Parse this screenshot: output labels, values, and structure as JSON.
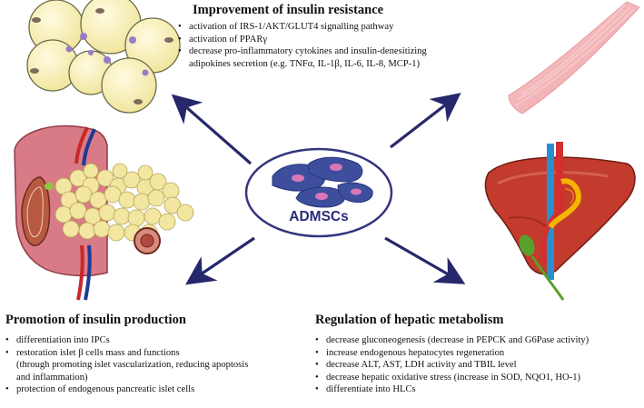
{
  "center": {
    "label": "ADMSCs"
  },
  "insulin_resistance": {
    "title": "Improvement of insulin resistance",
    "items": [
      "activation of IRS-1/AKT/GLUT4 signalling pathway",
      "activation of PPARγ",
      "decrease pro-inflammatory cytokines and insulin-denesitizing",
      "adipokines secretion (e.g. TNFα, IL-1β, IL-6, IL-8, MCP-1)"
    ]
  },
  "insulin_production": {
    "title": "Promotion of insulin production",
    "items": [
      "differentiation into IPCs",
      "restoration islet β cells mass and functions",
      "(through promoting islet vascularization, reducing apoptosis",
      "and inflammation)",
      "protection of endogenous pancreatic islet cells"
    ]
  },
  "hepatic_metabolism": {
    "title": "Regulation of hepatic metabolism",
    "items": [
      "decrease gluconeogenesis (decrease in PEPCK and G6Pase activity)",
      "increase endogenous hepatocytes regeneration",
      "decrease ALT, AST, LDH activity and TBIL level",
      "decrease hepatic oxidative stress (increase in SOD, NQO1, HO-1)",
      "differentiate into HLCs"
    ]
  },
  "colors": {
    "arrow": "#26286b",
    "ellipse_border": "#34357d",
    "cell": "#3d4f9c",
    "nucleus": "#d978b8",
    "adipocyte": "#f6efb8",
    "muscle": "#f4b3b6",
    "liver": "#c23b2c",
    "pancreas": "#f2e6a0"
  },
  "icons": [
    "adipocytes-icon",
    "muscle-icon",
    "pancreas-icon",
    "liver-icon",
    "stem-cells-icon"
  ]
}
